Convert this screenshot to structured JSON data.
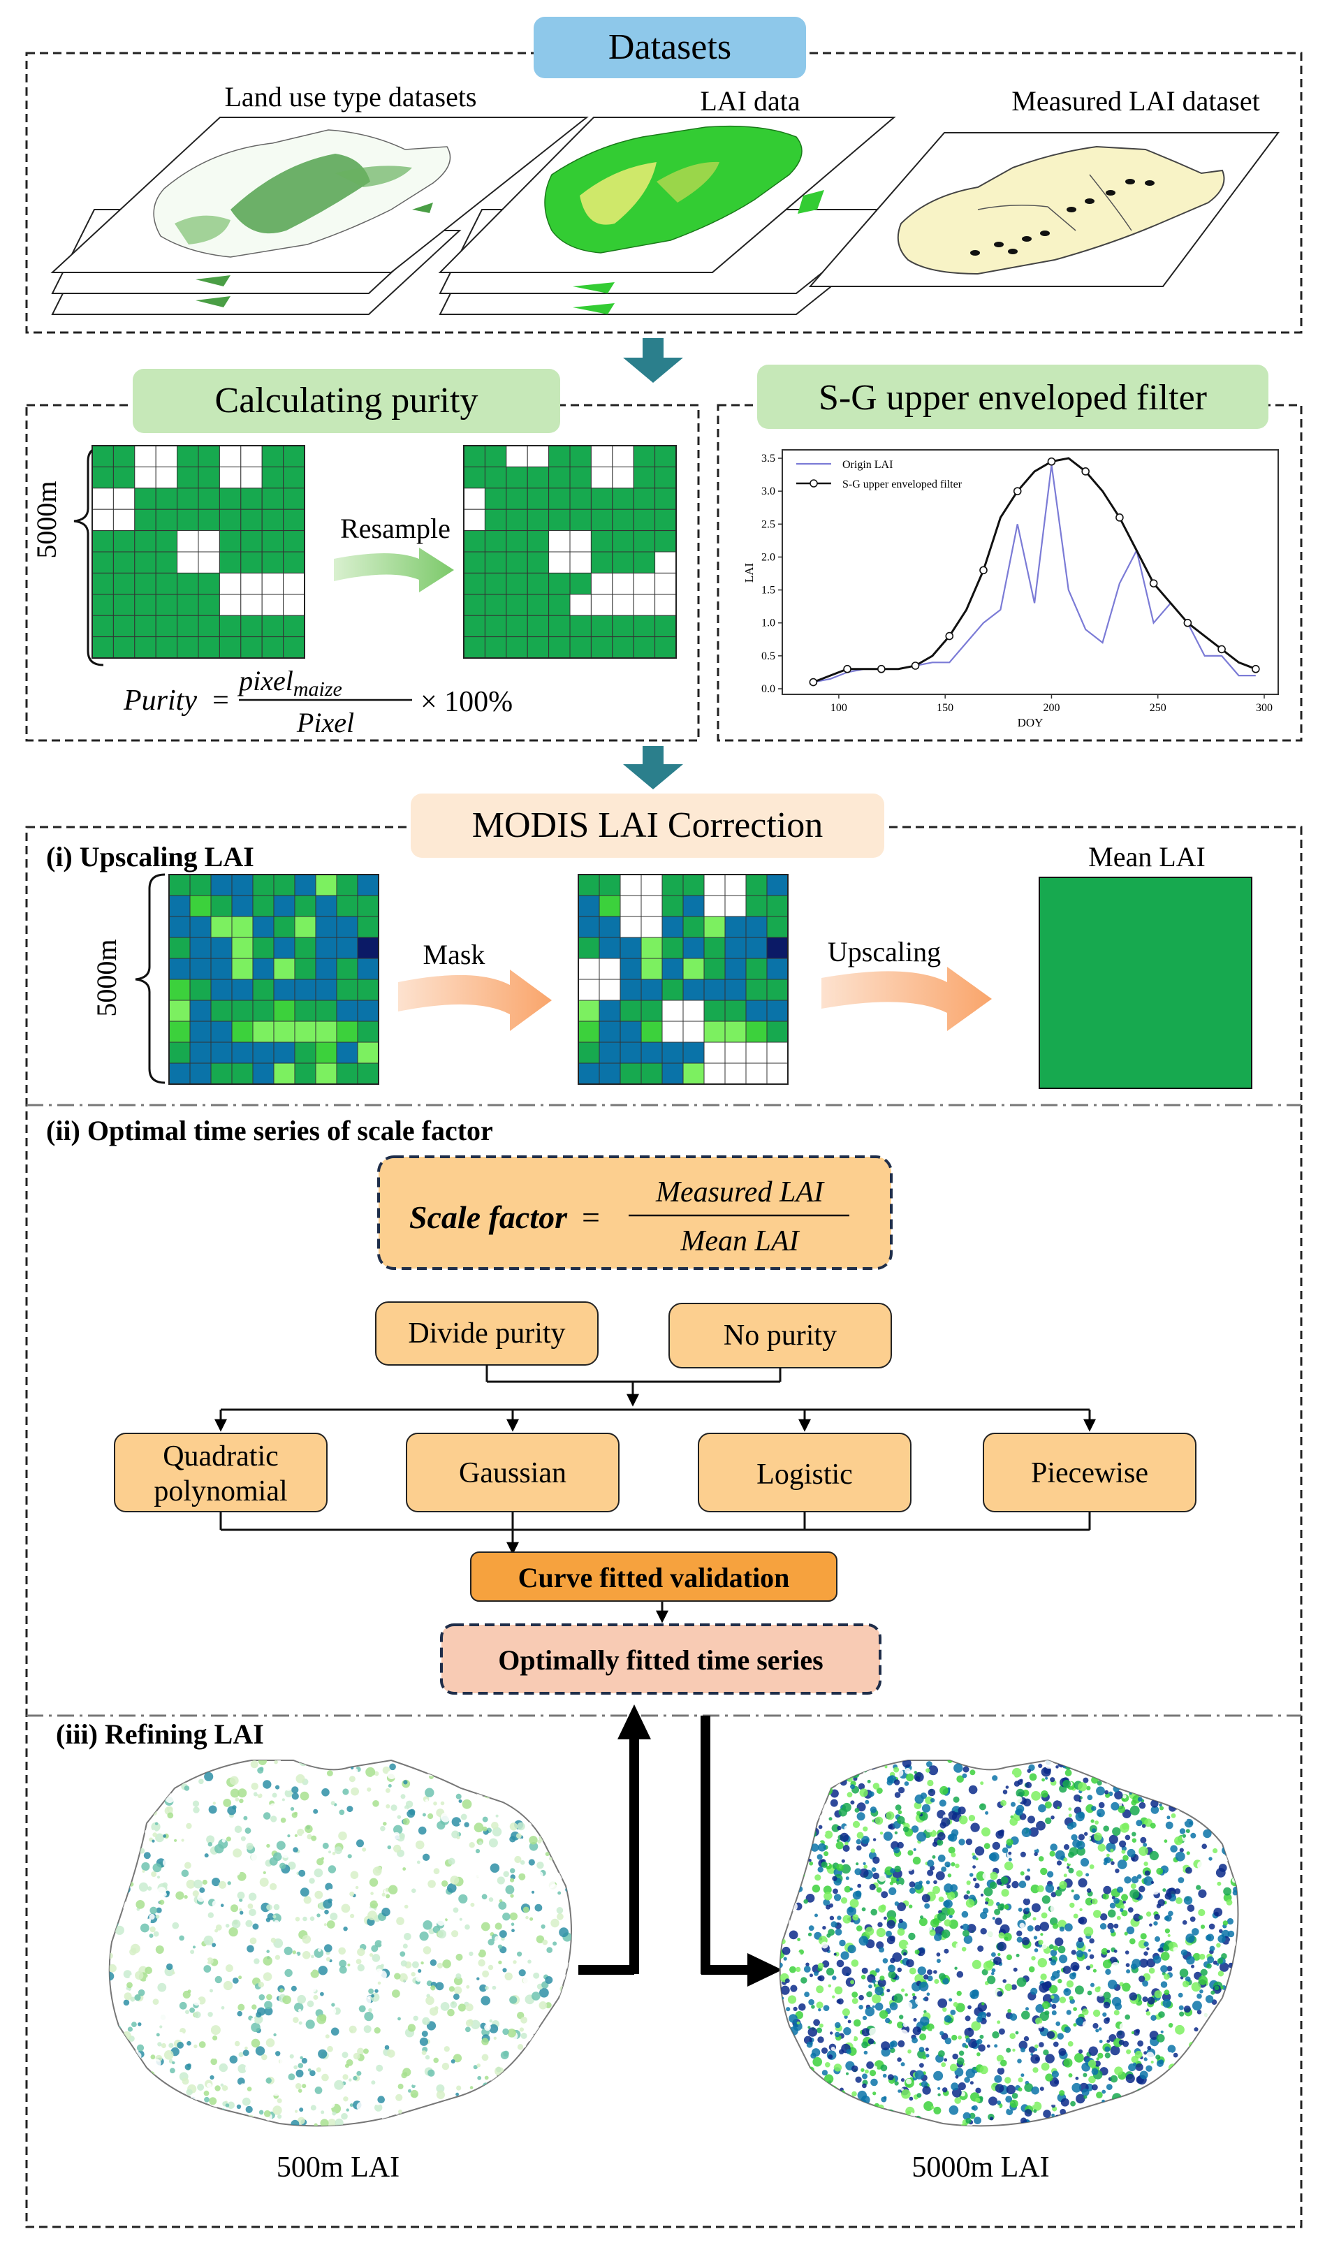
{
  "datasets": {
    "title": "Datasets",
    "labels": [
      "Land use type datasets",
      "LAI data",
      "Measured LAI dataset"
    ]
  },
  "purity": {
    "title": "Calculating purity",
    "scale_label": "5000m",
    "resample_label": "Resample",
    "formula_lhs": "Purity",
    "formula_eq": "=",
    "formula_num": "pixel",
    "formula_num_sub": "maize",
    "formula_den": "Pixel",
    "formula_tail": "× 100%"
  },
  "sg_filter": {
    "title": "S-G upper enveloped filter"
  },
  "chart_data": {
    "type": "line",
    "xlabel": "DOY",
    "ylabel": "LAI",
    "xlim": [
      80,
      300
    ],
    "ylim": [
      0,
      3.5
    ],
    "xticks": [
      100,
      150,
      200,
      250,
      300
    ],
    "yticks": [
      0.0,
      0.5,
      1.0,
      1.5,
      2.0,
      2.5,
      3.0,
      3.5
    ],
    "legend_position": "top-left",
    "series": [
      {
        "name": "Origin LAI",
        "color": "#7b7bd6",
        "x": [
          88,
          96,
          104,
          112,
          120,
          128,
          136,
          144,
          152,
          160,
          168,
          176,
          184,
          192,
          200,
          208,
          216,
          224,
          232,
          240,
          248,
          256,
          264,
          272,
          280,
          288,
          296
        ],
        "y": [
          0.1,
          0.15,
          0.25,
          0.3,
          0.3,
          0.3,
          0.35,
          0.4,
          0.4,
          0.7,
          1.0,
          1.2,
          2.5,
          1.3,
          3.4,
          1.5,
          0.9,
          0.7,
          1.6,
          2.1,
          1.0,
          1.3,
          1.0,
          0.5,
          0.5,
          0.2,
          0.2
        ]
      },
      {
        "name": "S-G upper enveloped filter",
        "color": "#111111",
        "x": [
          88,
          96,
          104,
          112,
          120,
          128,
          136,
          144,
          152,
          160,
          168,
          176,
          184,
          192,
          200,
          208,
          216,
          224,
          232,
          240,
          248,
          256,
          264,
          272,
          280,
          288,
          296
        ],
        "y": [
          0.1,
          0.2,
          0.3,
          0.3,
          0.3,
          0.3,
          0.35,
          0.5,
          0.8,
          1.2,
          1.8,
          2.6,
          3.0,
          3.3,
          3.45,
          3.5,
          3.3,
          3.0,
          2.6,
          2.1,
          1.6,
          1.3,
          1.0,
          0.8,
          0.6,
          0.4,
          0.3
        ]
      }
    ]
  },
  "correction": {
    "title": "MODIS LAI Correction",
    "upscaling": {
      "title": "(i) Upscaling LAI",
      "scale_label": "5000m",
      "mask_label": "Mask",
      "upscaling_label": "Upscaling",
      "mean_label": "Mean LAI"
    },
    "scale_factor": {
      "title": "(ii) Optimal time series of  scale factor",
      "formula_lhs": "Scale factor",
      "formula_eq": "=",
      "formula_num": "Measured LAI",
      "formula_den": "Mean LAI",
      "branches": [
        "Divide purity",
        "No purity"
      ],
      "models": [
        "Quadratic polynomial",
        "Gaussian",
        "Logistic",
        "Piecewise"
      ],
      "validation": "Curve fitted validation",
      "optimal": "Optimally fitted time series"
    },
    "refining": {
      "title": "(iii) Refining LAI",
      "left_label": "500m LAI",
      "right_label": "5000m LAI"
    }
  },
  "colors": {
    "datasets_header": "#8ec8ea",
    "purity_header": "#c6e8b8",
    "correction_header": "#fde9d4",
    "pure_green": "#17a94f",
    "box_fill": "#fccf8f",
    "validation_fill": "#f6a23e",
    "optimal_fill": "#f8cbb4",
    "step_arrow": "#2b7f8c",
    "resample_arrow": "#8bcf7a",
    "mask_arrow": "#f9b07d"
  }
}
